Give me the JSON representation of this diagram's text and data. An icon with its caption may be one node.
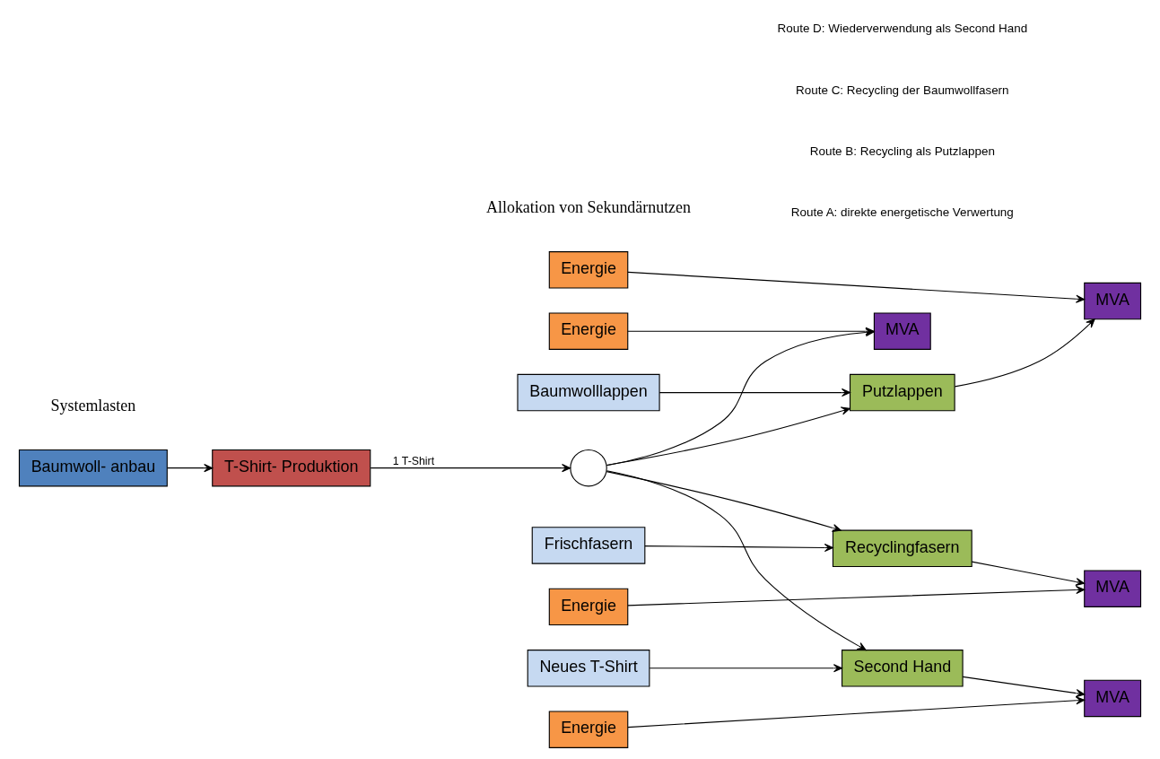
{
  "diagram": {
    "nodes": [
      {
        "text": [
          "Baumwoll- anbau"
        ]
      },
      {
        "text": [
          "T-Shirt- Produktion"
        ]
      },
      {
        "text": [],
        "shape": "circle"
      },
      {
        "text": [
          "MVA"
        ]
      },
      {
        "text": [
          "Energie"
        ]
      },
      {
        "text": [
          "MVA"
        ]
      },
      {
        "text": [
          "Energie"
        ]
      },
      {
        "text": [
          "Putzlappen"
        ]
      },
      {
        "text": [
          "Baumwolllappen"
        ]
      },
      {
        "text": [
          "MVA"
        ]
      },
      {
        "text": [
          "Energie"
        ]
      },
      {
        "text": [
          "Recyclingfasern"
        ]
      },
      {
        "text": [
          "Frischfasern"
        ]
      },
      {
        "text": [
          "MVA"
        ]
      },
      {
        "text": [
          "Energie"
        ]
      },
      {
        "text": [
          "Second Hand"
        ]
      },
      {
        "text": [
          "Neues T-Shirt"
        ]
      }
    ],
    "edges": [
      {
        "from": 0,
        "to": 1,
        "arrow": "to"
      },
      {
        "from": 1,
        "to": 2,
        "arrow": "to",
        "label": "1 T-Shirt"
      },
      {
        "from": 2,
        "to": 3,
        "arrow": "to"
      },
      {
        "from": 2,
        "to": 7,
        "arrow": "to"
      },
      {
        "from": 2,
        "to": 11,
        "arrow": "to"
      },
      {
        "from": 2,
        "to": 15,
        "arrow": "to"
      },
      {
        "from": 4,
        "to": 3,
        "arrow": "to"
      },
      {
        "from": 7,
        "to": 5,
        "arrow": "to"
      },
      {
        "from": 6,
        "to": 5,
        "arrow": "to"
      },
      {
        "from": 8,
        "to": 7,
        "arrow": "to"
      },
      {
        "from": 11,
        "to": 9,
        "arrow": "to"
      },
      {
        "from": 10,
        "to": 9,
        "arrow": "to"
      },
      {
        "from": 12,
        "to": 11,
        "arrow": "to"
      },
      {
        "from": 15,
        "to": 13,
        "arrow": "to"
      },
      {
        "from": 14,
        "to": 13,
        "arrow": "to"
      },
      {
        "from": 16,
        "to": 15,
        "arrow": "to"
      }
    ],
    "labels": [
      "Systemlasten",
      "Allokation von Sekundärnutzen",
      "Route A: direkte energetische Verwertung",
      "Route B: Recycling als Putzlappen",
      "Route C: Recycling der Baumwollfasern",
      "Route D: Wiederverwendung als Second Hand"
    ]
  }
}
